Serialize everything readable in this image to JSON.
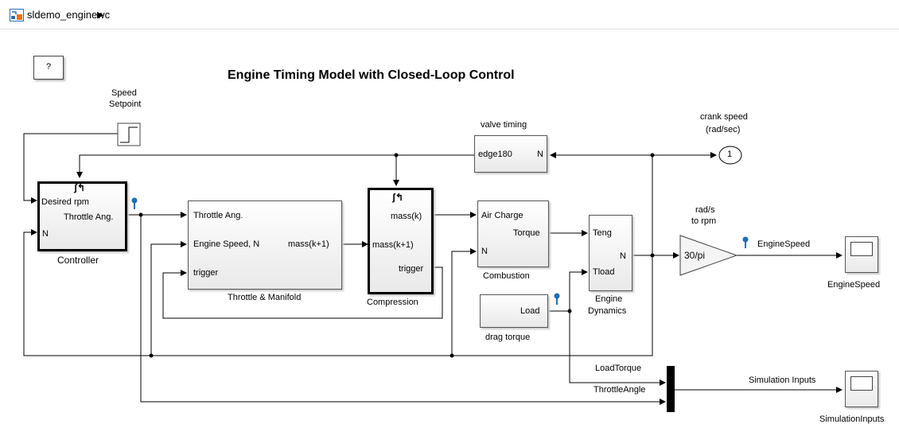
{
  "toolbar": {
    "model_name": "sldemo_enginewc"
  },
  "diagram": {
    "help_label": "?",
    "title": "Engine Timing Model with Closed-Loop Control",
    "speed_setpoint_label_1": "Speed",
    "speed_setpoint_label_2": "Setpoint",
    "controller": {
      "name": "Controller",
      "in1": "Desired rpm",
      "in2": "N",
      "out1": "Throttle Ang."
    },
    "throttle": {
      "name": "Throttle & Manifold",
      "in1": "Throttle Ang.",
      "in2": "Engine Speed, N",
      "in3": "trigger",
      "out1": "mass(k+1)"
    },
    "compression": {
      "name": "Compression",
      "in1": "mass(k+1)",
      "out1": "mass(k)",
      "out2": "trigger"
    },
    "valve": {
      "title": "valve timing",
      "in1": "edge180",
      "out1": "N"
    },
    "combustion": {
      "name": "Combustion",
      "in1": "Air Charge",
      "in2": "N",
      "out1": "Torque"
    },
    "drag": {
      "name": "drag torque",
      "out1": "Load"
    },
    "engine_dynamics": {
      "name_1": "Engine",
      "name_2": "Dynamics",
      "in1": "Teng",
      "in2": "Tload",
      "out1": "N"
    },
    "crank": {
      "label_1": "crank speed",
      "label_2": "(rad/sec)",
      "port": "1"
    },
    "gain": {
      "label_1": "rad/s",
      "label_2": "to rpm",
      "value": "30/pi"
    },
    "engine_speed_signal": "EngineSpeed",
    "scope1": {
      "name": "EngineSpeed"
    },
    "mux": {
      "in1": "LoadTorque",
      "in2": "ThrottleAngle"
    },
    "sim_inputs_signal": "Simulation Inputs",
    "scope2": {
      "name": "SimulationInputs"
    }
  },
  "colors": {
    "wire": "#000000",
    "block_border": "#555555",
    "probe": "#1f6fb5",
    "icon_orange": "#e8731a",
    "icon_blue": "#2a6ebb"
  }
}
